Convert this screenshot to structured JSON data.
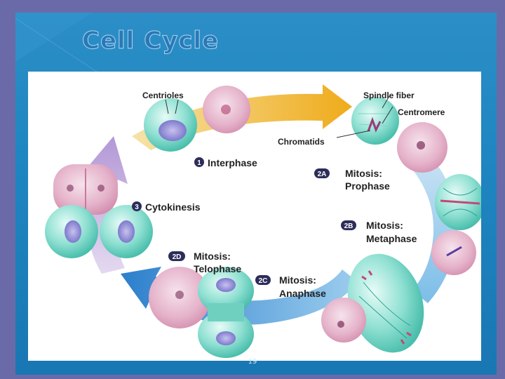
{
  "slide": {
    "title": "Cell Cycle",
    "page_number": "19"
  },
  "diagram": {
    "callouts": {
      "centrioles": "Centrioles",
      "spindle_fiber": "Spindle fiber",
      "centromere": "Centromere",
      "chromatids": "Chromatids"
    },
    "stages": [
      {
        "num": "1",
        "line1": "Interphase",
        "line2": ""
      },
      {
        "num": "2A",
        "line1": "Mitosis:",
        "line2": "Prophase"
      },
      {
        "num": "2B",
        "line1": "Mitosis:",
        "line2": "Metaphase"
      },
      {
        "num": "2C",
        "line1": "Mitosis:",
        "line2": "Anaphase"
      },
      {
        "num": "2D",
        "line1": "Mitosis:",
        "line2": "Telophase"
      },
      {
        "num": "3",
        "line1": "Cytokinesis",
        "line2": ""
      }
    ]
  },
  "colors": {
    "background": "#6a6aa8",
    "slide": "#1f86c1",
    "arrow_yellow": "#f2b21e",
    "arrow_blue": "#2f86cf",
    "arrow_purple": "#b59fd6",
    "cell_green": "#6fd0c0",
    "cell_pink": "#e7b6cd"
  }
}
